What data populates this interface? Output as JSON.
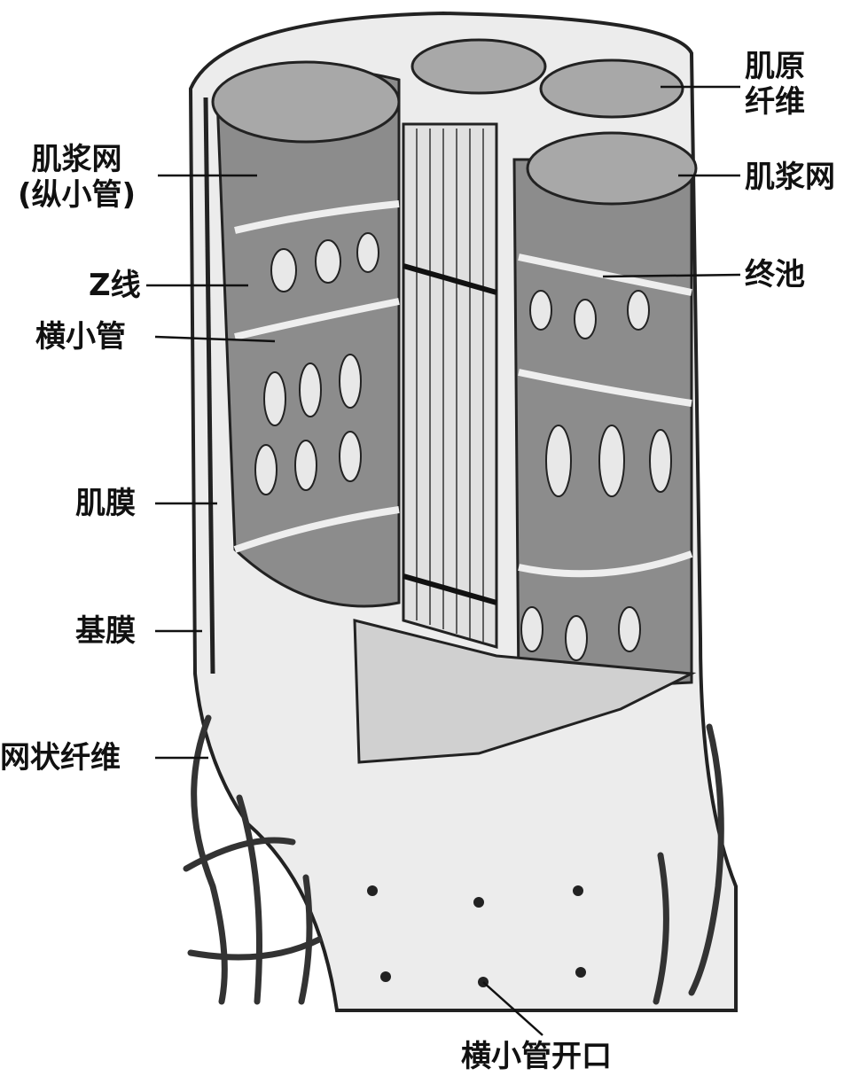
{
  "labels": {
    "myofibril_1": "肌原",
    "myofibril_2": "纤维",
    "sr_right": "肌浆网",
    "terminal_cisterna": "终池",
    "sr_left_1": "肌浆网",
    "sr_left_2": "(纵小管)",
    "z_line": "Z线",
    "t_tubule": "横小管",
    "sarcolemma": "肌膜",
    "basement_membrane": "基膜",
    "reticular_fiber": "网状纤维",
    "t_tubule_opening": "横小管开口"
  },
  "colors": {
    "fill": "#8c8c8c",
    "dark": "#222222",
    "light": "#e6e6e6"
  }
}
